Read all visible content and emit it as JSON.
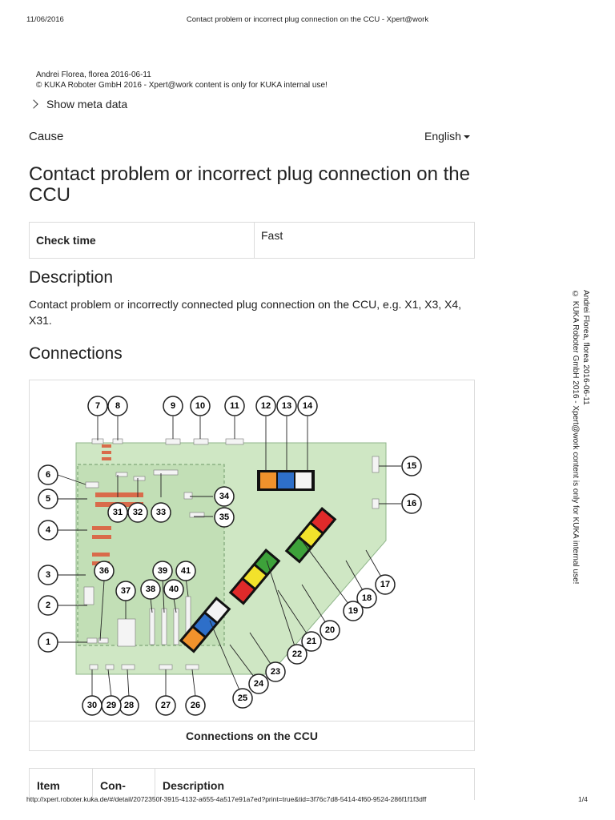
{
  "print_header": {
    "date": "11/06/2016",
    "title": "Contact problem or incorrect plug connection on the CCU - Xpert@work"
  },
  "meta": {
    "author_line": "Andrei Florea, florea 2016-06-11",
    "copyright_line": "© KUKA Roboter GmbH 2016 - Xpert@work content is only for KUKA internal use!",
    "toggle_label": "Show meta data"
  },
  "section_label": "Cause",
  "language": "English",
  "page_title": "Contact problem or incorrect plug connection on the CCU",
  "check_table": {
    "key": "Check time",
    "value": "Fast"
  },
  "description": {
    "heading": "Description",
    "text": "Contact problem or incorrectly connected plug connection on the CCU, e.g. X1, X3, X4, X31."
  },
  "connections": {
    "heading": "Connections",
    "caption": "Connections on the CCU",
    "callouts": [
      "1",
      "2",
      "3",
      "4",
      "5",
      "6",
      "7",
      "8",
      "9",
      "10",
      "11",
      "12",
      "13",
      "14",
      "15",
      "16",
      "17",
      "18",
      "19",
      "20",
      "21",
      "22",
      "23",
      "24",
      "25",
      "26",
      "27",
      "28",
      "29",
      "30",
      "31",
      "32",
      "33",
      "34",
      "35",
      "36",
      "37",
      "38",
      "39",
      "40",
      "41"
    ]
  },
  "item_table": {
    "col1": "Item",
    "col2": "Con-",
    "col3": "Description"
  },
  "print_footer": {
    "url": "http://xpert.roboter.kuka.de/#/detail/2072350f-3915-4132-a655-4a517e91a7ed?print=true&tid=3f76c7d8-5414-4f60-9524-286f1f1f3dff",
    "page": "1/4"
  },
  "watermark": {
    "line1": "Andrei Florea, florea 2016-06-11",
    "line2": "© KUKA Roboter GmbH 2016 - Xpert@work content is only for KUKA internal use!"
  },
  "colors": {
    "board": "#cfe7c4",
    "callout_stroke": "#222222"
  }
}
